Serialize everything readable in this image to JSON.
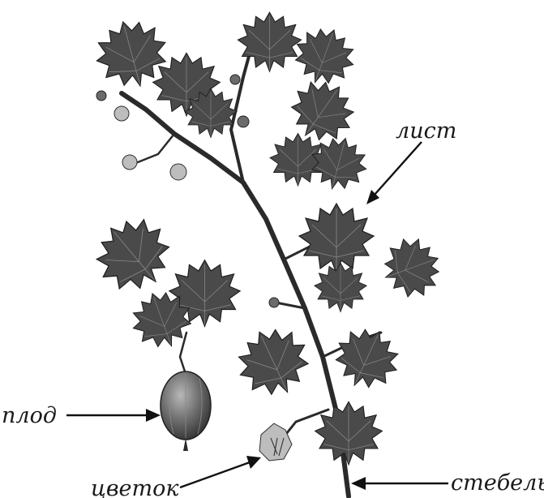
{
  "labels": {
    "leaf": "лист",
    "fruit": "плод",
    "flower": "цветок",
    "stem": "стебель"
  },
  "colors": {
    "background": "#ffffff",
    "ink": "#1a1a1a"
  }
}
